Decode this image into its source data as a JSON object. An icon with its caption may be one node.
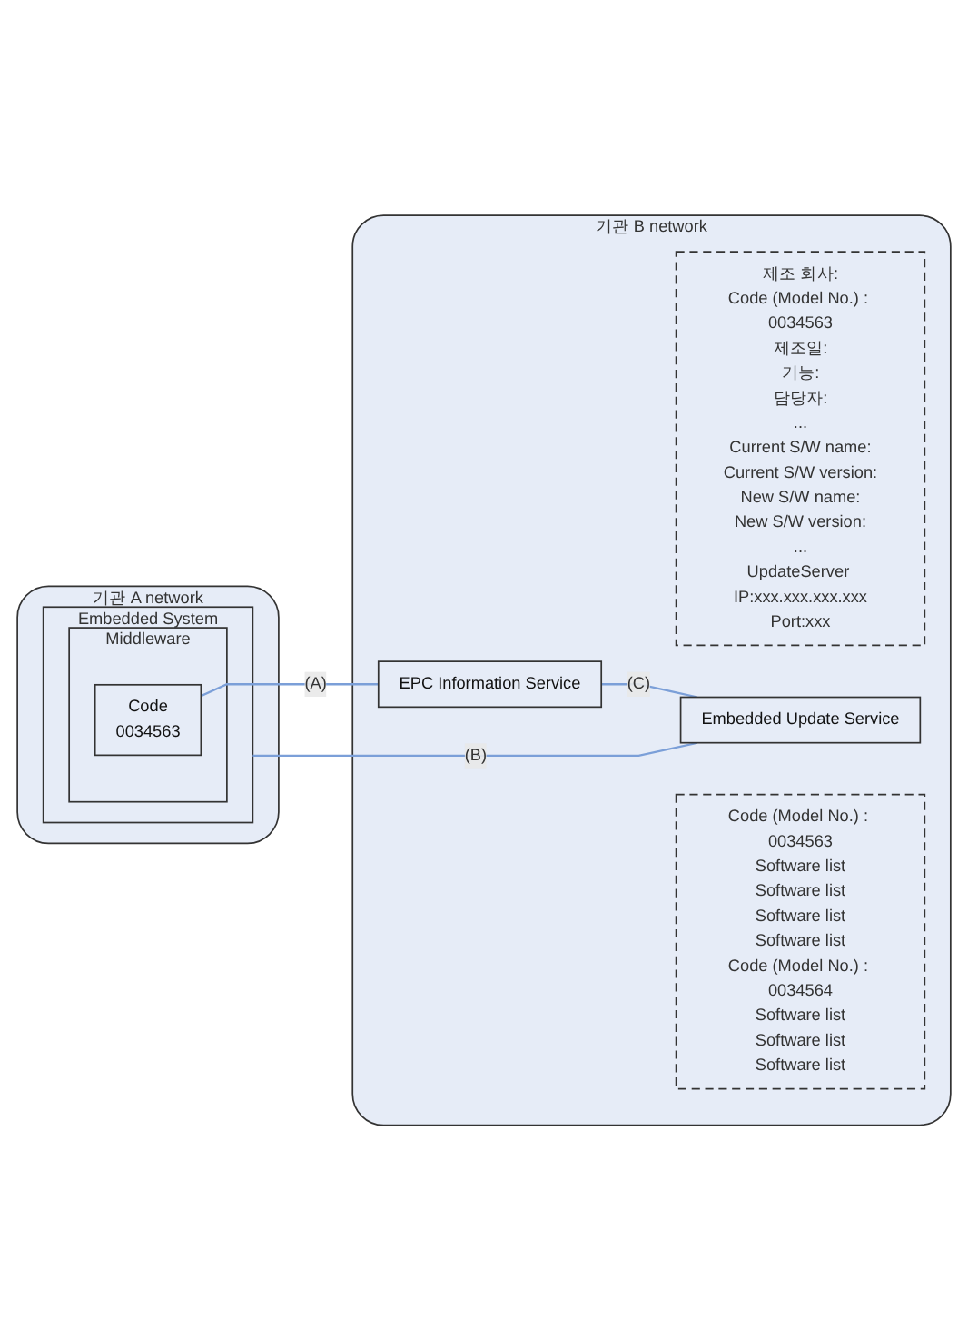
{
  "diagram": {
    "nodes": [
      {
        "text": [
          "기관 A network"
        ]
      },
      {
        "text": [
          "Embedded System"
        ],
        "in": 0
      },
      {
        "text": [
          "Middleware"
        ],
        "in": 1
      },
      {
        "text": [
          "Code",
          "0034563"
        ],
        "in": 2
      },
      {
        "text": [
          "기관 B network"
        ]
      },
      {
        "text": [
          "EPC Information Service"
        ],
        "in": 4
      },
      {
        "text": [
          "제조 회사:",
          "Code (Model No.) : 0034563",
          "제조일:",
          "기능:",
          "담당자:",
          "...",
          "Current S/W name:",
          "Current S/W version:",
          "New S/W name:",
          "New S/W version:",
          "...",
          "UpdateServer IP:xxx.xxx.xxx.xxx",
          "Port:xxx"
        ],
        "in": 4
      },
      {
        "text": [
          "Embedded Update Service"
        ],
        "in": 4
      },
      {
        "text": [
          "Code (Model No.) : 0034563",
          "Software list",
          "Software list",
          "Software list",
          "Software list",
          "Code (Model No.) : 0034564",
          "Software list",
          "Software list",
          "Software list"
        ],
        "in": 4
      }
    ],
    "edges": [
      {
        "from": 3,
        "to": 5,
        "arrow": "none",
        "label": "(A)"
      },
      {
        "from": 1,
        "to": 7,
        "arrow": "none",
        "label": "(B)"
      },
      {
        "from": 5,
        "to": 7,
        "arrow": "none",
        "label": "(C)"
      }
    ]
  }
}
